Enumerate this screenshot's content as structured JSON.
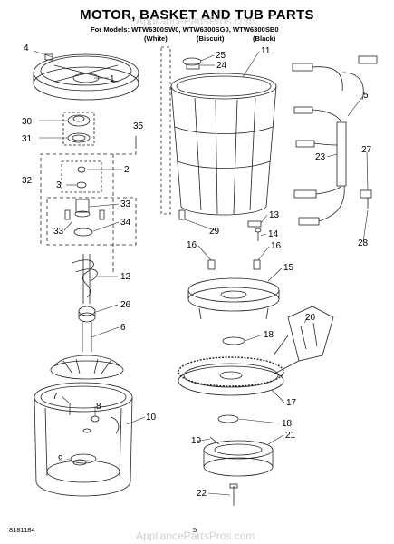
{
  "header": {
    "title": "MOTOR, BASKET AND TUB PARTS",
    "models_line": "For Models: WTW6300SW0, WTW6300SG0, WTW6300SB0",
    "colors": [
      "(White)",
      "(Biscuit)",
      "(Black)"
    ]
  },
  "watermark": "AppliancePartsPros.com",
  "footer": {
    "doc_number": "8181184",
    "page_number": "5"
  },
  "part_numbers": [
    "1",
    "2",
    "3",
    "4",
    "5",
    "6",
    "7",
    "8",
    "9",
    "10",
    "11",
    "12",
    "13",
    "14",
    "15",
    "16",
    "16",
    "17",
    "18",
    "18",
    "19",
    "20",
    "21",
    "22",
    "23",
    "24",
    "25",
    "26",
    "27",
    "28",
    "29",
    "30",
    "31",
    "32",
    "33",
    "33",
    "34",
    "35"
  ]
}
